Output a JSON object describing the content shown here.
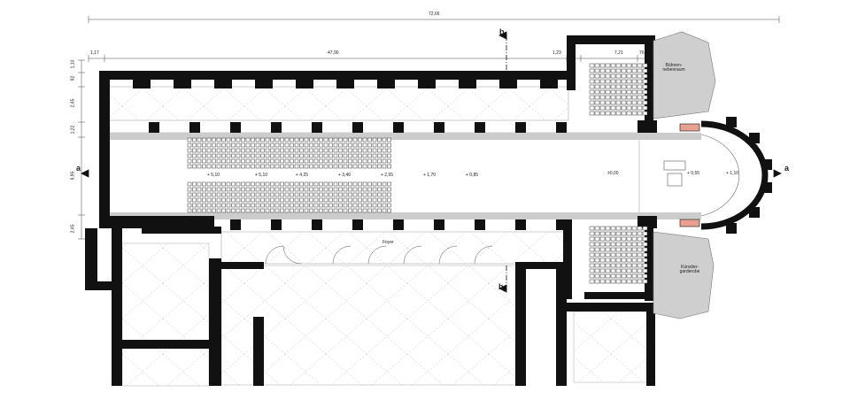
{
  "dimensions": {
    "overall_length": "72,66",
    "segment_left": "1,17",
    "segment_main": "47,90",
    "segment_a": "1,23",
    "segment_b": "7,21",
    "segment_c": "76",
    "vertical_1": "1,10",
    "vertical_2": "92",
    "vertical_3": "2,45",
    "vertical_4": "1,22",
    "vertical_5": "9,95",
    "vertical_6": "2,45"
  },
  "rooms": {
    "top_right": "Bühnen-nebenraum",
    "bottom_right": "Künstler-garderobe",
    "foyer": "Foyer"
  },
  "elevations": [
    "+ 5,10",
    "+ 5,10",
    "+ 4,25",
    "+ 3,40",
    "+ 2,55",
    "+ 1,70",
    "+ 0,85",
    "±0,00",
    "+ 0,55",
    "+ 1,10"
  ],
  "section_marks": {
    "a_left": "a",
    "a_right": "a",
    "b_top": "b",
    "b_bottom": "b"
  }
}
